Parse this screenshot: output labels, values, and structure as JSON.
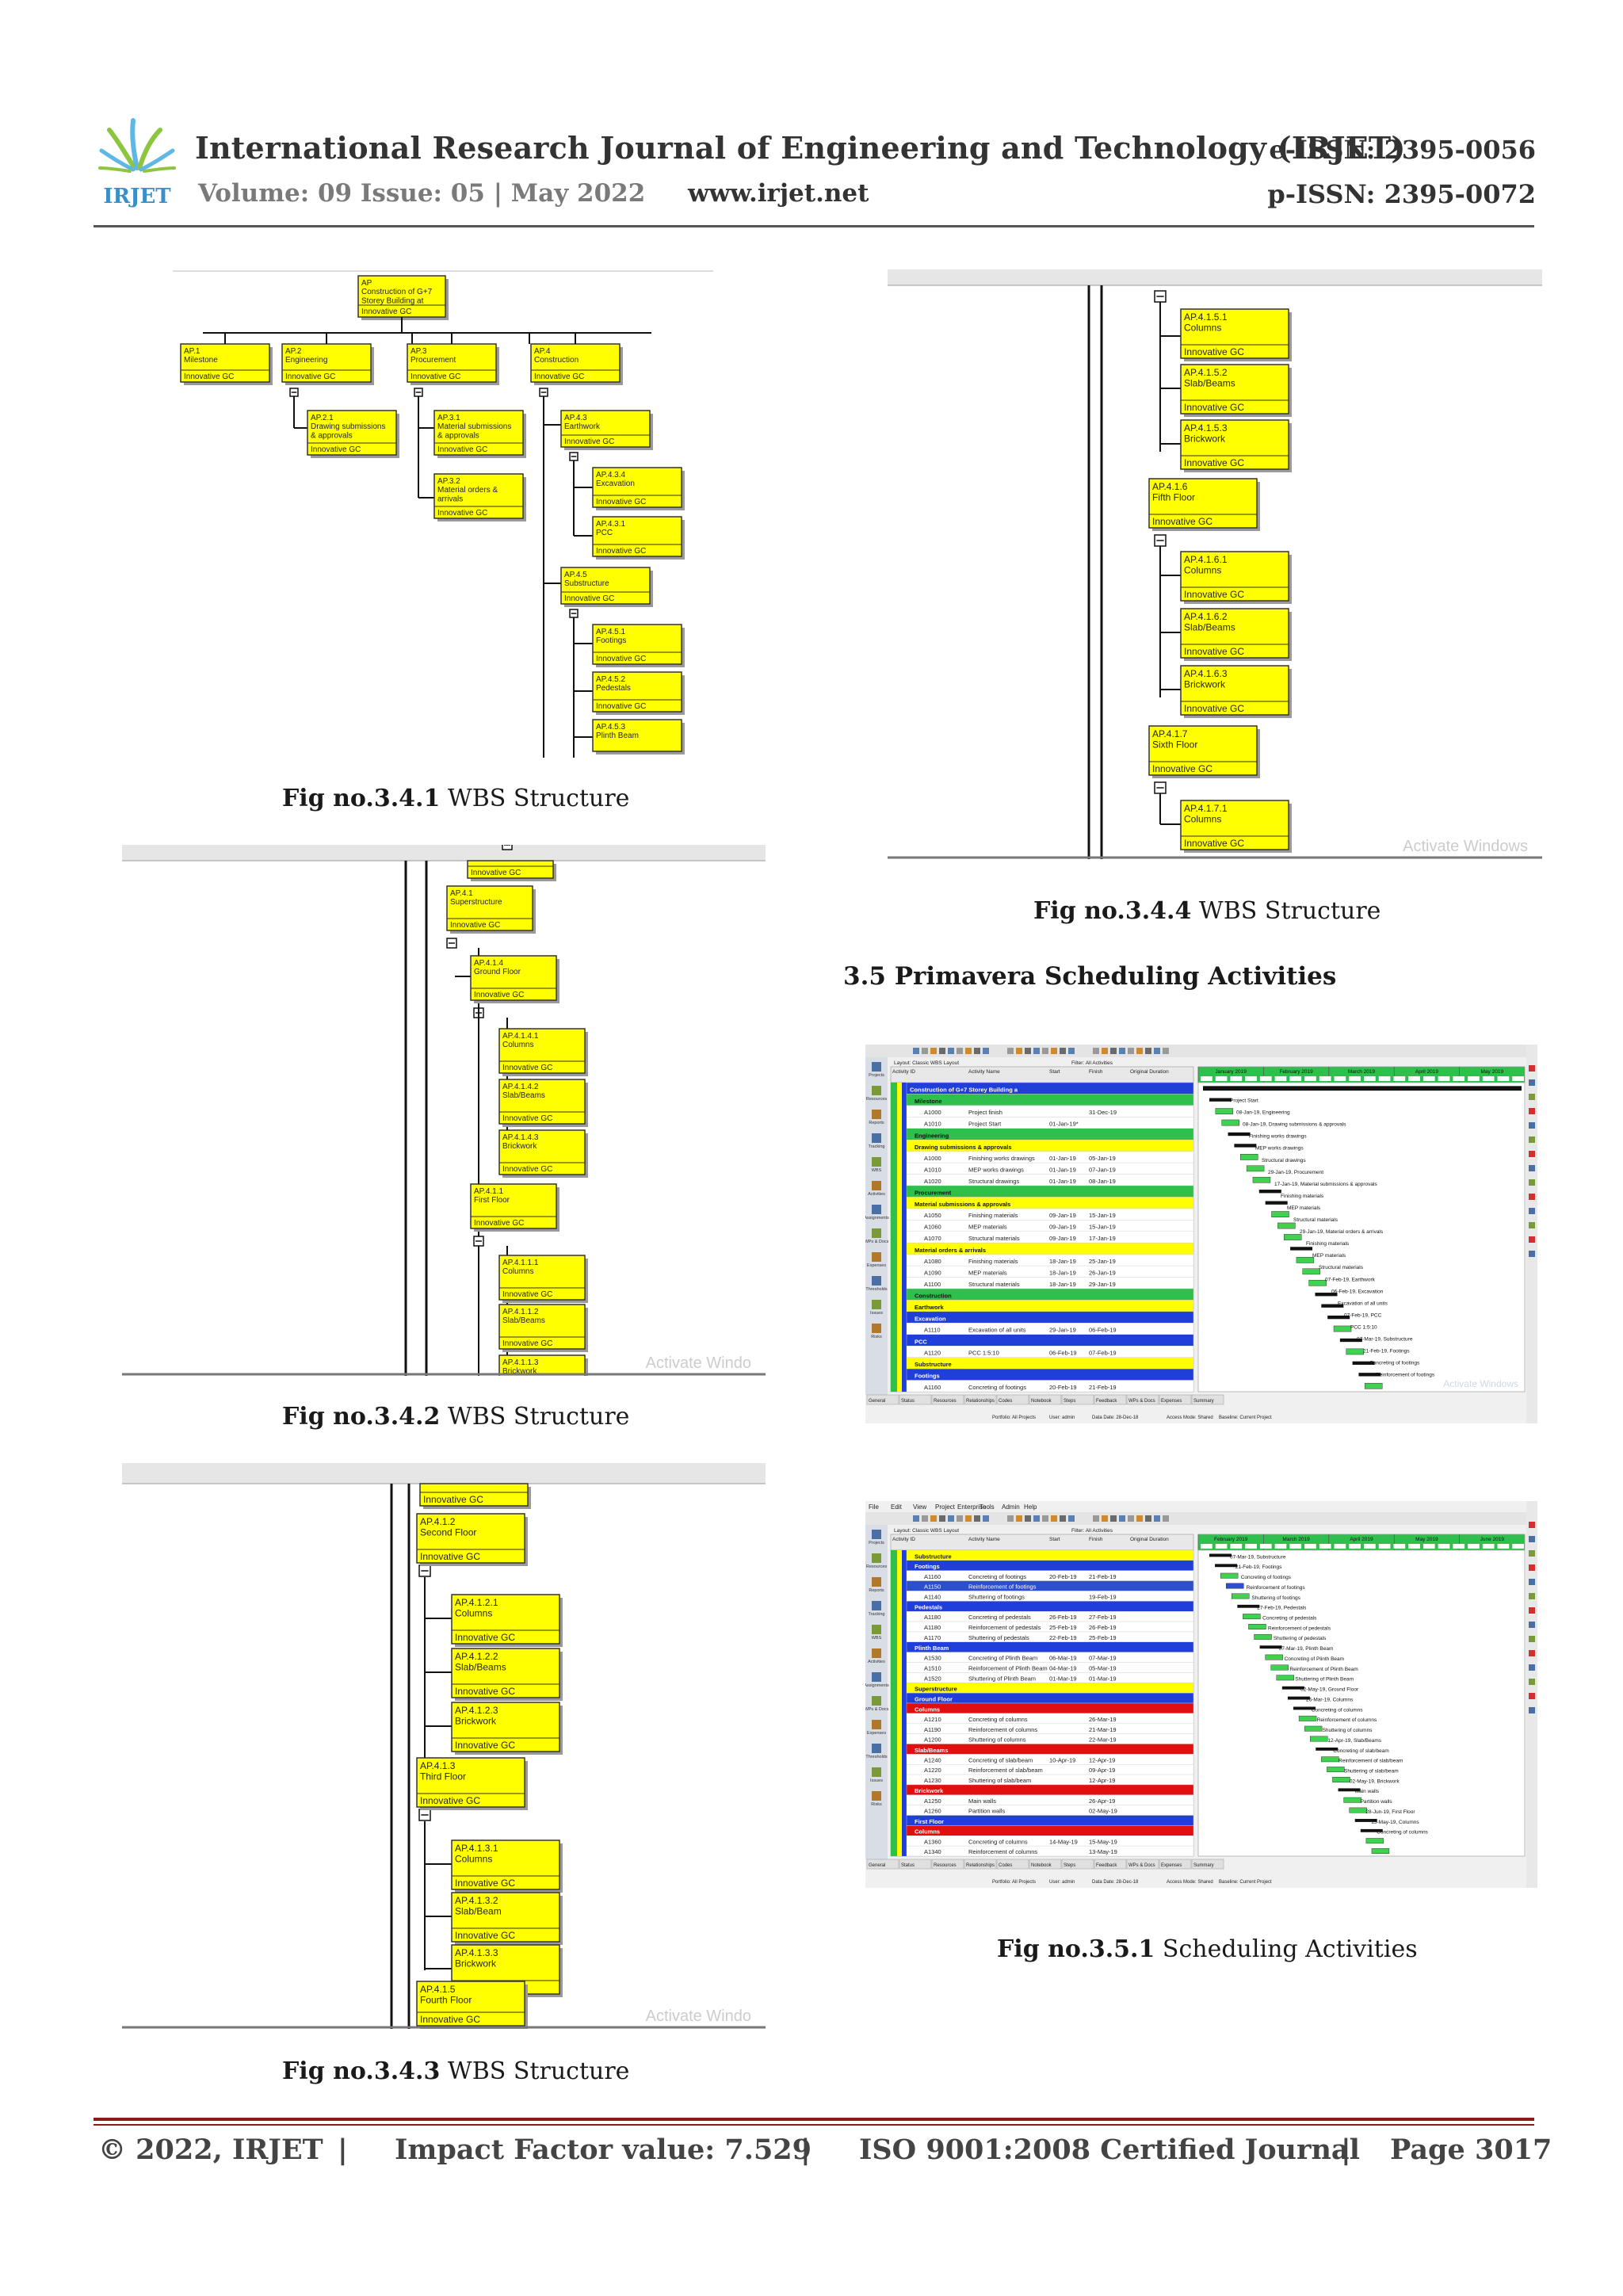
{
  "header": {
    "journal_title": "International Research Journal of Engineering and Technology (IRJET)",
    "eissn": "e-ISSN: 2395-0056",
    "pissn": "p-ISSN: 2395-0072",
    "volume": "Volume: 09 Issue: 05 | May 2022",
    "website": "www.irjet.net",
    "logo_text": "IRJET"
  },
  "colors": {
    "box_fill": "#ffff00",
    "box_border": "#333333",
    "accent": "#8b1a1a",
    "gantt_bg": "#00cc33"
  },
  "figures": {
    "f341": {
      "num": "Fig no.3.4.1",
      "label": "WBS Structure",
      "boxes": [
        {
          "id": "AP",
          "name": "Construction of G+7 Storey Building at",
          "owner": "Innovative GC"
        },
        {
          "id": "AP.1",
          "name": "Milestone",
          "owner": "Innovative GC"
        },
        {
          "id": "AP.2",
          "name": "Engineering",
          "owner": "Innovative GC"
        },
        {
          "id": "AP.3",
          "name": "Procurement",
          "owner": "Innovative GC"
        },
        {
          "id": "AP.4",
          "name": "Construction",
          "owner": "Innovative GC"
        },
        {
          "id": "AP.2.1",
          "name": "Drawing submissions & approvals",
          "owner": "Innovative GC"
        },
        {
          "id": "AP.3.1",
          "name": "Material submissions & approvals",
          "owner": "Innovative GC"
        },
        {
          "id": "AP.3.2",
          "name": "Material orders & arrivals",
          "owner": "Innovative GC"
        },
        {
          "id": "AP.4.3",
          "name": "Earthwork",
          "owner": "Innovative GC"
        },
        {
          "id": "AP.4.3.4",
          "name": "Excavation",
          "owner": "Innovative GC"
        },
        {
          "id": "AP.4.3.1",
          "name": "PCC",
          "owner": "Innovative GC"
        },
        {
          "id": "AP.4.5",
          "name": "Substructure",
          "owner": "Innovative GC"
        },
        {
          "id": "AP.4.5.1",
          "name": "Footings",
          "owner": "Innovative GC"
        },
        {
          "id": "AP.4.5.2",
          "name": "Pedestals",
          "owner": "Innovative GC"
        },
        {
          "id": "AP.4.5.3",
          "name": "Plinth Beam",
          "owner": ""
        }
      ]
    },
    "f342": {
      "num": "Fig no.3.4.2",
      "label": "WBS Structure",
      "boxes": [
        {
          "id": "",
          "name": "",
          "owner": "Innovative GC"
        },
        {
          "id": "AP.4.1",
          "name": "Superstructure",
          "owner": "Innovative GC"
        },
        {
          "id": "AP.4.1.4",
          "name": "Ground Floor",
          "owner": "Innovative GC"
        },
        {
          "id": "AP.4.1.4.1",
          "name": "Columns",
          "owner": "Innovative GC"
        },
        {
          "id": "AP.4.1.4.2",
          "name": "Slab/Beams",
          "owner": "Innovative GC"
        },
        {
          "id": "AP.4.1.4.3",
          "name": "Brickwork",
          "owner": "Innovative GC"
        },
        {
          "id": "AP.4.1.1",
          "name": "First Floor",
          "owner": "Innovative GC"
        },
        {
          "id": "AP.4.1.1.1",
          "name": "Columns",
          "owner": "Innovative GC"
        },
        {
          "id": "AP.4.1.1.2",
          "name": "Slab/Beams",
          "owner": "Innovative GC"
        },
        {
          "id": "AP.4.1.1.3",
          "name": "Brickwork",
          "owner": ""
        }
      ],
      "watermark": "Activate Windo"
    },
    "f343": {
      "num": "Fig no.3.4.3",
      "label": "WBS Structure",
      "boxes": [
        {
          "id": "",
          "name": "",
          "owner": "Innovative GC"
        },
        {
          "id": "AP.4.1.2",
          "name": "Second Floor",
          "owner": "Innovative GC"
        },
        {
          "id": "AP.4.1.2.1",
          "name": "Columns",
          "owner": "Innovative GC"
        },
        {
          "id": "AP.4.1.2.2",
          "name": "Slab/Beams",
          "owner": "Innovative GC"
        },
        {
          "id": "AP.4.1.2.3",
          "name": "Brickwork",
          "owner": "Innovative GC"
        },
        {
          "id": "AP.4.1.3",
          "name": "Third Floor",
          "owner": "Innovative GC"
        },
        {
          "id": "AP.4.1.3.1",
          "name": "Columns",
          "owner": "Innovative GC"
        },
        {
          "id": "AP.4.1.3.2",
          "name": "Slab/Beam",
          "owner": "Innovative GC"
        },
        {
          "id": "AP.4.1.3.3",
          "name": "Brickwork",
          "owner": "Innovative GC"
        },
        {
          "id": "AP.4.1.5",
          "name": "Fourth Floor",
          "owner": "Innovative GC"
        }
      ],
      "watermark": "Activate Windo"
    },
    "f344": {
      "num": "Fig no.3.4.4",
      "label": "WBS Structure",
      "boxes": [
        {
          "id": "AP.4.1.5.1",
          "name": "Columns",
          "owner": "Innovative GC"
        },
        {
          "id": "AP.4.1.5.2",
          "name": "Slab/Beams",
          "owner": "Innovative GC"
        },
        {
          "id": "AP.4.1.5.3",
          "name": "Brickwork",
          "owner": "Innovative GC"
        },
        {
          "id": "AP.4.1.6",
          "name": "Fifth Floor",
          "owner": "Innovative GC"
        },
        {
          "id": "AP.4.1.6.1",
          "name": "Columns",
          "owner": "Innovative GC"
        },
        {
          "id": "AP.4.1.6.2",
          "name": "Slab/Beams",
          "owner": "Innovative GC"
        },
        {
          "id": "AP.4.1.6.3",
          "name": "Brickwork",
          "owner": "Innovative GC"
        },
        {
          "id": "AP.4.1.7",
          "name": "Sixth Floor",
          "owner": "Innovative GC"
        },
        {
          "id": "AP.4.1.7.1",
          "name": "Columns",
          "owner": "Innovative GC"
        }
      ],
      "watermark": "Activate Windows"
    },
    "f351": {
      "num": "Fig no.3.5.1",
      "label": "Scheduling Activities"
    }
  },
  "section": {
    "heading": "3.5 Primavera Scheduling Activities"
  },
  "primavera": {
    "menu": [
      "File",
      "Edit",
      "View",
      "Project",
      "Enterprise",
      "Tools",
      "Admin",
      "Help"
    ],
    "layout_label": "Layout: Classic WBS Layout",
    "filter_label": "Filter: All Activities",
    "columns": [
      "Activity ID",
      "Activity Name",
      "Start",
      "Finish",
      "Original Duration"
    ],
    "side_tools": [
      "Projects",
      "Resources",
      "Reports",
      "Tracking",
      "WBS",
      "Activities",
      "Assignments",
      "WPs & Docs",
      "Expenses",
      "Thresholds",
      "Issues",
      "Risks"
    ],
    "tabs": [
      "General",
      "Status",
      "Resources",
      "Relationships",
      "Codes",
      "Notebook",
      "Steps",
      "Feedback",
      "WPs & Docs",
      "Expenses",
      "Summary"
    ],
    "status_bar": [
      "Portfolio: All Projects",
      "User: admin",
      "Data Date: 28-Dec-18",
      "Access Mode: Shared",
      "Baseline: Current Project"
    ],
    "screen1": {
      "months": [
        "January 2019",
        "February 2019",
        "March 2019",
        "April 2019",
        "May 2019"
      ],
      "rows": [
        {
          "kind": "project",
          "name": "Construction of G+7 Storey Building a"
        },
        {
          "kind": "wbs",
          "name": "Milestone"
        },
        {
          "kind": "act",
          "id": "A1000",
          "name": "Project finish",
          "start": "",
          "finish": "31-Dec-19"
        },
        {
          "kind": "act",
          "id": "A1010",
          "name": "Project Start",
          "start": "01-Jan-19*",
          "finish": ""
        },
        {
          "kind": "wbs",
          "name": "Engineering"
        },
        {
          "kind": "sub",
          "name": "Drawing submissions & approvals"
        },
        {
          "kind": "act",
          "id": "A1000",
          "name": "Finishing works drawings",
          "start": "01-Jan-19",
          "finish": "05-Jan-19"
        },
        {
          "kind": "act",
          "id": "A1010",
          "name": "MEP works drawings",
          "start": "01-Jan-19",
          "finish": "07-Jan-19"
        },
        {
          "kind": "act",
          "id": "A1020",
          "name": "Structural drawings",
          "start": "01-Jan-19",
          "finish": "08-Jan-19"
        },
        {
          "kind": "wbs",
          "name": "Procurement"
        },
        {
          "kind": "sub",
          "name": "Material submissions & approvals"
        },
        {
          "kind": "act",
          "id": "A1050",
          "name": "Finishing materials",
          "start": "09-Jan-19",
          "finish": "15-Jan-19"
        },
        {
          "kind": "act",
          "id": "A1060",
          "name": "MEP materials",
          "start": "09-Jan-19",
          "finish": "15-Jan-19"
        },
        {
          "kind": "act",
          "id": "A1070",
          "name": "Structural materials",
          "start": "09-Jan-19",
          "finish": "17-Jan-19"
        },
        {
          "kind": "sub",
          "name": "Material orders & arrivals"
        },
        {
          "kind": "act",
          "id": "A1080",
          "name": "Finishing materials",
          "start": "18-Jan-19",
          "finish": "25-Jan-19"
        },
        {
          "kind": "act",
          "id": "A1090",
          "name": "MEP materials",
          "start": "18-Jan-19",
          "finish": "26-Jan-19"
        },
        {
          "kind": "act",
          "id": "A1100",
          "name": "Structural materials",
          "start": "18-Jan-19",
          "finish": "29-Jan-19"
        },
        {
          "kind": "wbs",
          "name": "Construction"
        },
        {
          "kind": "sub",
          "name": "Earthwork"
        },
        {
          "kind": "blue",
          "name": "Excavation"
        },
        {
          "kind": "act",
          "id": "A1110",
          "name": "Excavation of all units",
          "start": "29-Jan-19",
          "finish": "06-Feb-19"
        },
        {
          "kind": "blue",
          "name": "PCC"
        },
        {
          "kind": "act",
          "id": "A1120",
          "name": "PCC 1:5:10",
          "start": "06-Feb-19",
          "finish": "07-Feb-19"
        },
        {
          "kind": "sub",
          "name": "Substructure"
        },
        {
          "kind": "blue",
          "name": "Footings"
        },
        {
          "kind": "act",
          "id": "A1160",
          "name": "Concreting of footings",
          "start": "20-Feb-19",
          "finish": "21-Feb-19"
        }
      ],
      "gantt_labels": [
        "Project Start",
        "08-Jan-19, Engineering",
        "08-Jan-19, Drawing submissions & approvals",
        "Finishing works drawings",
        "MEP works drawings",
        "Structural drawings",
        "29-Jan-19, Procurement",
        "17-Jan-19, Material submissions & approvals",
        "Finishing materials",
        "MEP materials",
        "Structural materials",
        "29-Jan-19, Material orders & arrivals",
        "Finishing materials",
        "MEP materials",
        "Structural materials",
        "07-Feb-19, Earthwork",
        "06-Feb-19, Excavation",
        "Excavation of all units",
        "07-Feb-19, PCC",
        "PCC 1:5:10",
        "07-Mar-19, Substructure",
        "21-Feb-19, Footings",
        "Concreting of footings",
        "Reinforcement of footings"
      ],
      "watermark": "Activate Windows"
    },
    "screen2": {
      "months": [
        "February 2019",
        "March 2019",
        "April 2019",
        "May 2019",
        "June 2019"
      ],
      "rows": [
        {
          "kind": "sub",
          "name": "Substructure"
        },
        {
          "kind": "blue",
          "name": "Footings"
        },
        {
          "kind": "act",
          "id": "A1160",
          "name": "Concreting of footings",
          "start": "20-Feb-19",
          "finish": "21-Feb-19"
        },
        {
          "kind": "sel",
          "id": "A1150",
          "name": "Reinforcement of footings",
          "start": "",
          "finish": ""
        },
        {
          "kind": "act",
          "id": "A1140",
          "name": "Shuttering of footings",
          "start": "",
          "finish": "19-Feb-19"
        },
        {
          "kind": "blue",
          "name": "Pedestals"
        },
        {
          "kind": "act",
          "id": "A1180",
          "name": "Concreting of pedestals",
          "start": "26-Feb-19",
          "finish": "27-Feb-19"
        },
        {
          "kind": "act",
          "id": "A1180",
          "name": "Reinforcement of pedestals",
          "start": "25-Feb-19",
          "finish": "26-Feb-19"
        },
        {
          "kind": "act",
          "id": "A1170",
          "name": "Shuttering of pedestals",
          "start": "22-Feb-19",
          "finish": "25-Feb-19"
        },
        {
          "kind": "blue",
          "name": "Plinth Beam"
        },
        {
          "kind": "act",
          "id": "A1530",
          "name": "Concreting of Plinth Beam",
          "start": "06-Mar-19",
          "finish": "07-Mar-19"
        },
        {
          "kind": "act",
          "id": "A1510",
          "name": "Reinforcement of Plinth Beam",
          "start": "04-Mar-19",
          "finish": "05-Mar-19"
        },
        {
          "kind": "act",
          "id": "A1520",
          "name": "Shuttering of Plinth Beam",
          "start": "01-Mar-19",
          "finish": "01-Mar-19"
        },
        {
          "kind": "sub",
          "name": "Superstructure"
        },
        {
          "kind": "blue",
          "name": "Ground Floor"
        },
        {
          "kind": "red",
          "name": "Columns"
        },
        {
          "kind": "act",
          "id": "A1210",
          "name": "Concreting of columns",
          "start": "",
          "finish": "26-Mar-19"
        },
        {
          "kind": "act",
          "id": "A1190",
          "name": "Reinforcement of columns",
          "start": "",
          "finish": "21-Mar-19"
        },
        {
          "kind": "act",
          "id": "A1200",
          "name": "Shuttering of columns",
          "start": "",
          "finish": "22-Mar-19"
        },
        {
          "kind": "red",
          "name": "Slab/Beams"
        },
        {
          "kind": "act",
          "id": "A1240",
          "name": "Concreting of slab/beam",
          "start": "10-Apr-19",
          "finish": "12-Apr-19"
        },
        {
          "kind": "act",
          "id": "A1220",
          "name": "Reinforcement of slab/beam",
          "start": "",
          "finish": "09-Apr-19"
        },
        {
          "kind": "act",
          "id": "A1230",
          "name": "Shuttering of slab/beam",
          "start": "",
          "finish": "12-Apr-19"
        },
        {
          "kind": "red",
          "name": "Brickwork"
        },
        {
          "kind": "act",
          "id": "A1250",
          "name": "Main walls",
          "start": "",
          "finish": "26-Apr-19"
        },
        {
          "kind": "act",
          "id": "A1260",
          "name": "Partition walls",
          "start": "",
          "finish": "02-May-19"
        },
        {
          "kind": "blue",
          "name": "First Floor"
        },
        {
          "kind": "red",
          "name": "Columns"
        },
        {
          "kind": "act",
          "id": "A1360",
          "name": "Concreting of columns",
          "start": "14-May-19",
          "finish": "15-May-19"
        },
        {
          "kind": "act",
          "id": "A1340",
          "name": "Reinforcement of columns",
          "start": "",
          "finish": "13-May-19"
        }
      ],
      "gantt_labels": [
        "07-Mar-19, Substructure",
        "21-Feb-19, Footings",
        "Concreting of footings",
        "Reinforcement of footings",
        "Shuttering of footings",
        "27-Feb-19, Pedestals",
        "Concreting of pedestals",
        "Reinforcement of pedestals",
        "Shuttering of pedestals",
        "07-Mar-19, Plinth Beam",
        "Concreting of Plinth Beam",
        "Reinforcement of Plinth Beam",
        "Shuttering of Plinth Beam",
        "02-May-19, Ground Floor",
        "26-Mar-19, Columns",
        "Concreting of columns",
        "Reinforcement of columns",
        "Shuttering of columns",
        "12-Apr-19, Slab/Beams",
        "Concreting of slab/beam",
        "Reinforcement of slab/beam",
        "Shuttering of slab/beam",
        "02-May-19, Brickwork",
        "Main walls",
        "Partition walls",
        "28-Jun-19, First Floor",
        "15-May-19, Columns",
        "Concreting of columns"
      ]
    }
  },
  "footer": {
    "copyright": "© 2022, IRJET",
    "impact": "Impact Factor value: 7.529",
    "iso": "ISO 9001:2008 Certified Journal",
    "page": "Page 3017",
    "sep": "|"
  }
}
